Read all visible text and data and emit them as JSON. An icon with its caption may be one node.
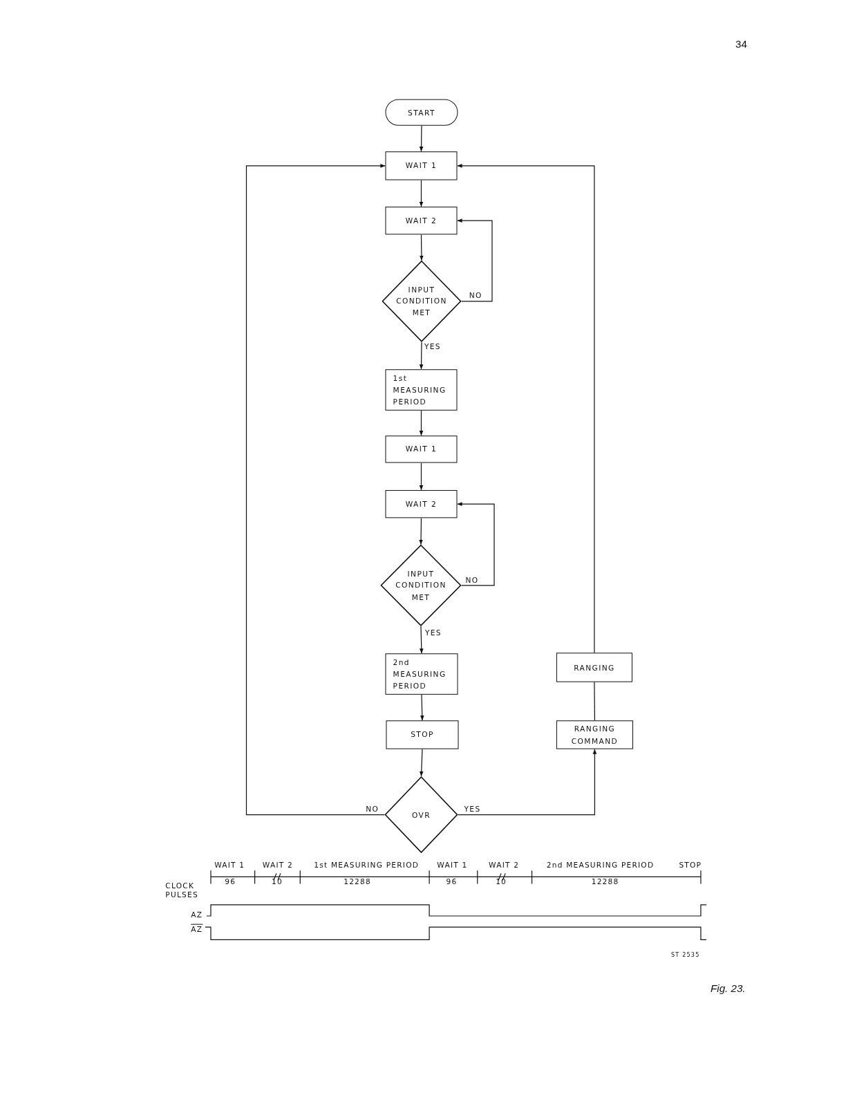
{
  "diagram": {
    "caption": "Fig. 23.",
    "nodes": [
      {
        "text": [
          "START"
        ]
      },
      {
        "text": [
          "WAIT 1"
        ]
      },
      {
        "text": [
          "WAIT 2"
        ]
      },
      {
        "text": [
          "INPUT CONDITION MET"
        ]
      },
      {
        "text": [
          "1st MEASURING PERIOD"
        ]
      },
      {
        "text": [
          "WAIT 1"
        ]
      },
      {
        "text": [
          "WAIT 2"
        ]
      },
      {
        "text": [
          "INPUT CONDITION MET"
        ]
      },
      {
        "text": [
          "2nd MEASURING PERIOD"
        ]
      },
      {
        "text": [
          "STOP"
        ]
      },
      {
        "text": [
          "OVR"
        ]
      },
      {
        "text": [
          "RANGING"
        ]
      },
      {
        "text": [
          "RANGING COMMAND"
        ]
      }
    ],
    "edges": [
      {
        "from": 0,
        "to": 1,
        "arrow": "to"
      },
      {
        "from": 1,
        "to": 2,
        "arrow": "to"
      },
      {
        "from": 2,
        "to": 3,
        "arrow": "to"
      },
      {
        "from": 3,
        "to": 2,
        "label": "NO",
        "arrow": "to"
      },
      {
        "from": 3,
        "to": 4,
        "label": "YES",
        "arrow": "to"
      },
      {
        "from": 4,
        "to": 5,
        "arrow": "to"
      },
      {
        "from": 5,
        "to": 6,
        "arrow": "to"
      },
      {
        "from": 6,
        "to": 7,
        "arrow": "to"
      },
      {
        "from": 7,
        "to": 6,
        "label": "NO",
        "arrow": "to"
      },
      {
        "from": 7,
        "to": 8,
        "label": "YES",
        "arrow": "to"
      },
      {
        "from": 8,
        "to": 9,
        "arrow": "to"
      },
      {
        "from": 9,
        "to": 10,
        "arrow": "to"
      },
      {
        "from": 10,
        "to": 1,
        "label": "NO",
        "arrow": "to"
      },
      {
        "from": 10,
        "to": 12,
        "label": "YES",
        "arrow": "to"
      },
      {
        "from": 12,
        "to": 11,
        "arrow": "none"
      },
      {
        "from": 11,
        "to": 1,
        "arrow": "to"
      }
    ],
    "labels": [
      "34",
      "WAIT 1",
      "WAIT 2",
      "1st MEASURING PERIOD",
      "WAIT 1",
      "WAIT 2",
      "2nd MEASURING PERIOD",
      "STOP",
      "CLOCK PULSES",
      "96",
      "10",
      "12288",
      "96",
      "10",
      "12288",
      "AZ",
      "AZ",
      "ST 2535"
    ]
  }
}
